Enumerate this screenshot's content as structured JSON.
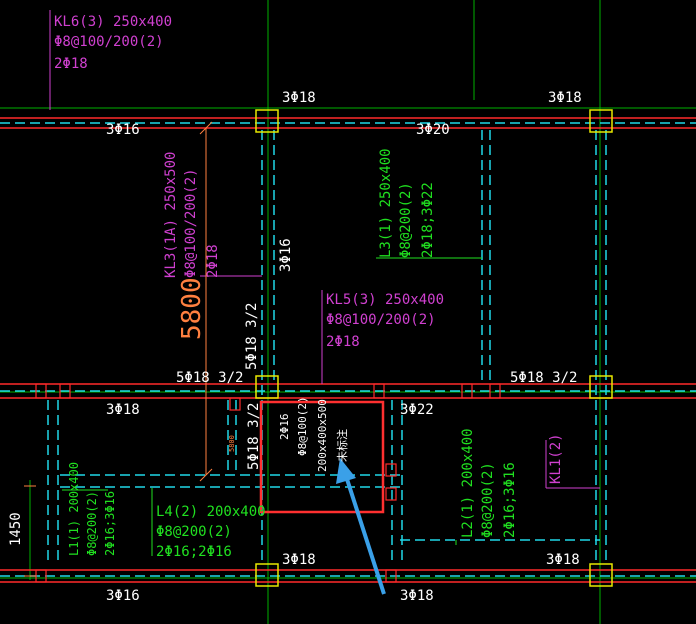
{
  "colors": {
    "background": "#000000",
    "beam_red": "#ff2a2a",
    "column_yellow": "#e8e800",
    "dash_cyan": "#20d8e8",
    "axis_green": "#00b000",
    "text_white": "#ffffff",
    "text_magenta": "#d040d0",
    "text_green": "#20e020",
    "dim_orange": "#ff8040",
    "highlight_red": "#ff3030",
    "arrow_blue": "#3aa0e8"
  },
  "labels": {
    "kl6": [
      "KL6(3) 250x400",
      "Φ8@100/200(2)",
      "2Φ18"
    ],
    "kl3": [
      "KL3(1A) 250x500",
      "Φ8@100/200(2)",
      "2Φ18"
    ],
    "kl5": [
      "KL5(3) 250x400",
      "Φ8@100/200(2)",
      "2Φ18"
    ],
    "l3": [
      "L3(1) 250x400",
      "Φ8@200(2)",
      "2Φ18;3Φ22"
    ],
    "l4": [
      "L4(2) 200x400",
      "Φ8@200(2)",
      "2Φ16;2Φ16"
    ],
    "l1": [
      "L1(1) 200x400",
      "Φ8@200(2)",
      "2Φ16;3Φ16"
    ],
    "l2": [
      "L2(1) 200x400",
      "Φ8@200(2)",
      "2Φ16;3Φ16"
    ],
    "kl1": "KL1(2)",
    "highlight": [
      "2Φ16",
      "Φ8@100(2)",
      "200x400x500",
      "未标注"
    ],
    "rebar": {
      "top_left_upper": "3Φ18",
      "top_right_upper": "3Φ18",
      "top_left_lower": "3Φ16",
      "top_mid_lower": "3Φ20",
      "vert_3phi16": "3Φ16",
      "left_5phi18": "5Φ18 3/2",
      "vert_5phi18": "5Φ18 3/2",
      "right_5phi18": "5Φ18 3/2",
      "mid_left_3phi18": "3Φ18",
      "mid_3phi22": "3Φ22",
      "vert_5phi18_lower": "5Φ18 3/2",
      "bot_mid_upper": "3Φ18",
      "bot_right_upper": "3Φ18",
      "bot_left_lower": "3Φ16",
      "bot_mid_lower": "3Φ18"
    },
    "dim_5800": "5800",
    "dim_1450": "1450",
    "dim_small": "5800"
  }
}
